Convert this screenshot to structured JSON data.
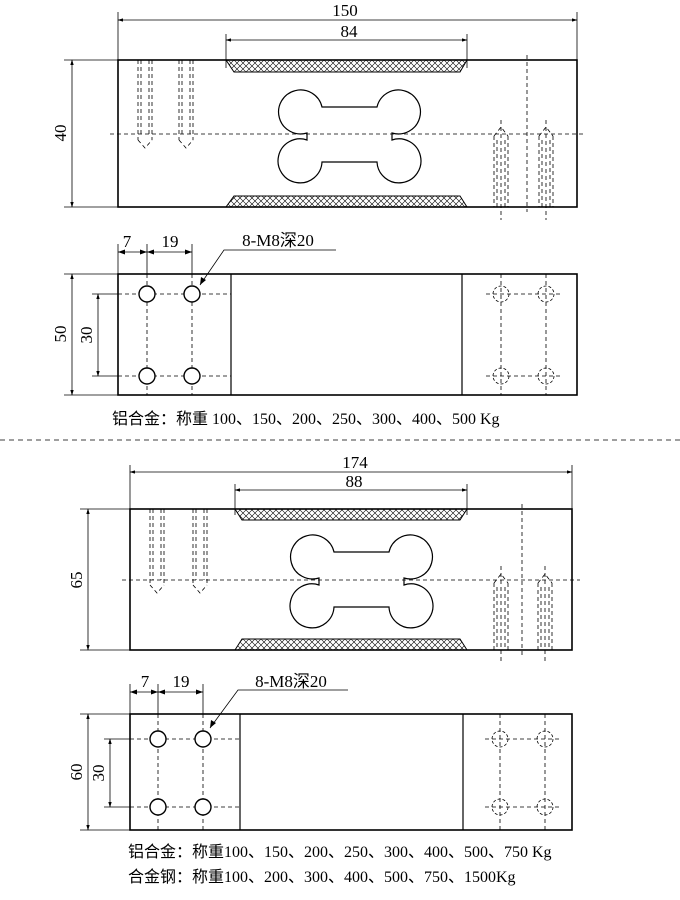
{
  "top_section": {
    "length_dim": "150",
    "strain_zone_dim": "84",
    "height_dim": "40",
    "hole_spacing_a": "7",
    "hole_spacing_b": "19",
    "thread_note": "8-M8深20",
    "width_dim": "50",
    "hole_span_dim": "30",
    "caption": "铝合金：称重 100、150、200、250、300、400、500 Kg"
  },
  "bottom_section": {
    "length_dim": "174",
    "strain_zone_dim": "88",
    "height_dim": "65",
    "hole_spacing_a": "7",
    "hole_spacing_b": "19",
    "thread_note": "8-M8深20",
    "width_dim": "60",
    "hole_span_dim": "30",
    "caption_line1": "铝合金：称重100、150、200、250、300、400、500、750 Kg",
    "caption_line2": "合金钢：称重100、200、300、400、500、750、1500Kg"
  },
  "colors": {
    "line": "#000000",
    "background": "#ffffff"
  }
}
